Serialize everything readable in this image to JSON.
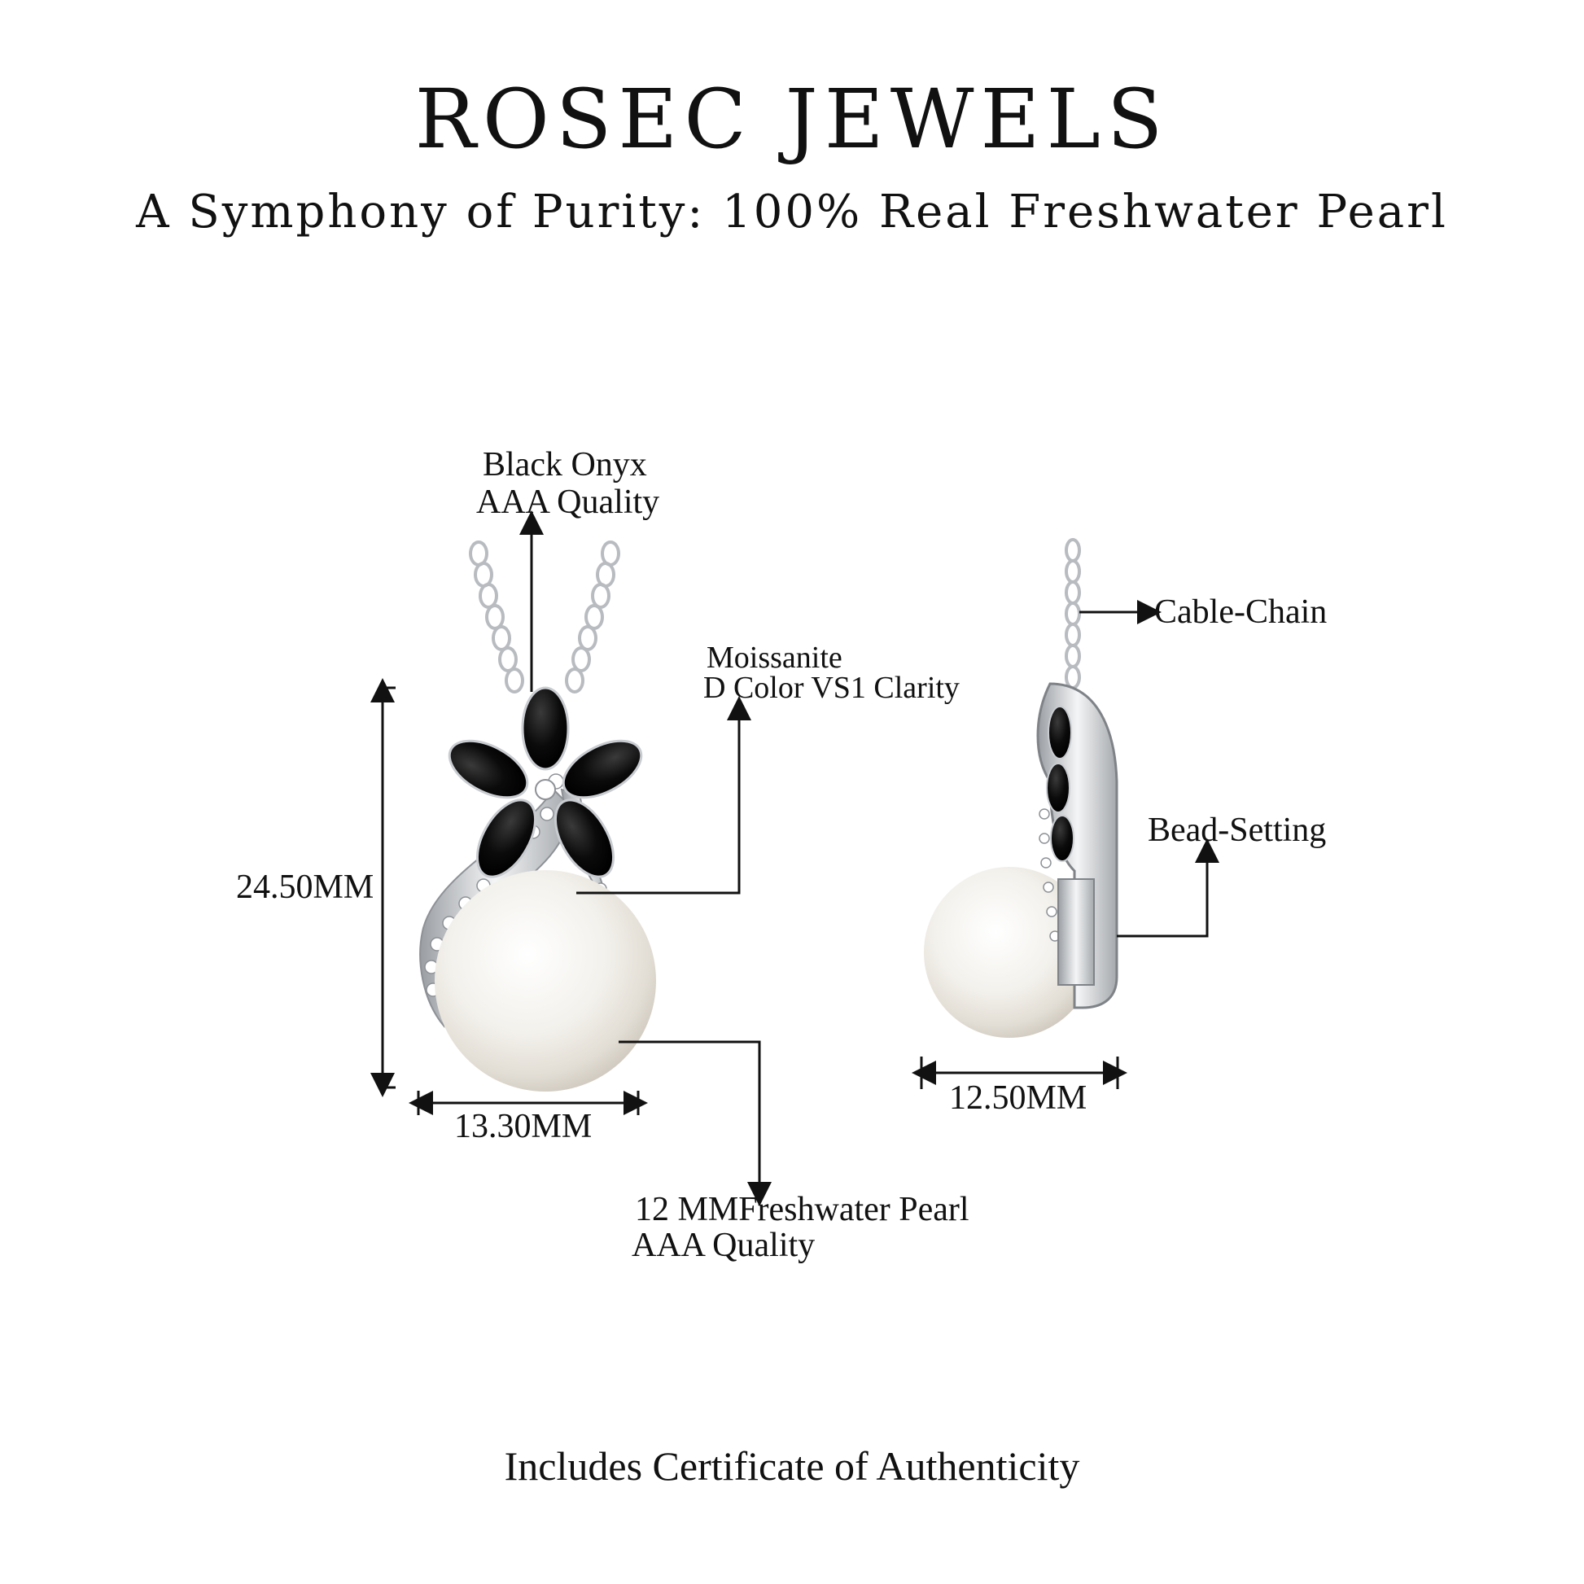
{
  "header": {
    "brand": "ROSEC JEWELS",
    "tagline": "A Symphony of Purity: 100% Real Freshwater Pearl"
  },
  "front_view": {
    "stone_line1": "Black Onyx",
    "stone_line2": "AAA Quality",
    "accent_line1": "Moissanite",
    "accent_line2": "D Color VS1 Clarity",
    "height": "24.50MM",
    "width": "13.30MM",
    "pearl_line1": "12 MMFreshwater Pearl",
    "pearl_line2": "AAA Quality"
  },
  "side_view": {
    "chain": "Cable-Chain",
    "setting": "Bead-Setting",
    "width": "12.50MM"
  },
  "footer": {
    "note": "Includes Certificate of Authenticity"
  },
  "colors": {
    "text": "#111111",
    "onyx": "#0b0b0b",
    "metal": "#d6d8da",
    "pearl": "#f1efe9"
  }
}
